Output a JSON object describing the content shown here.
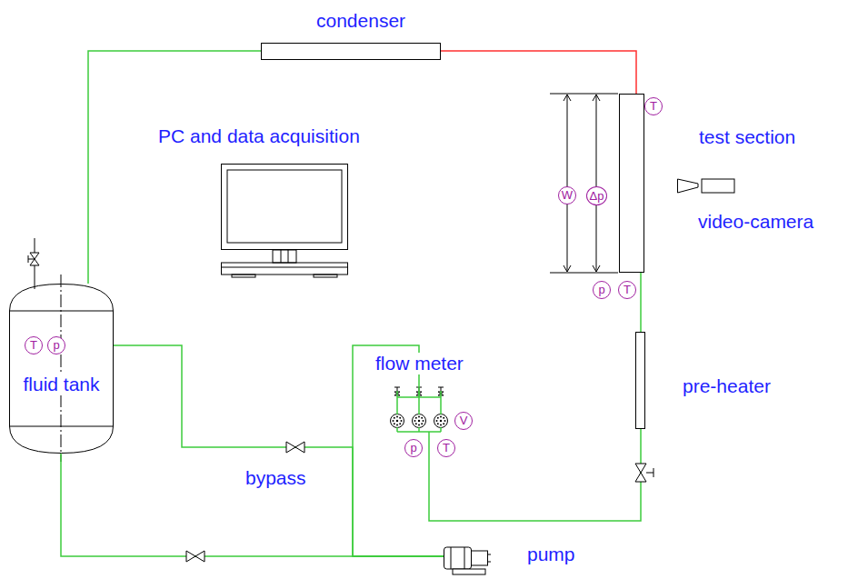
{
  "diagram": {
    "nodes": [
      {
        "text": [
          "condenser"
        ]
      },
      {
        "text": [
          "T"
        ]
      },
      {
        "text": [
          "PC and data acquisition"
        ]
      },
      {
        "text": [
          "test section"
        ]
      },
      {
        "text": [
          "W"
        ]
      },
      {
        "text": [
          "Δp"
        ]
      },
      {
        "text": [
          "video-camera"
        ]
      },
      {
        "text": [
          "p"
        ]
      },
      {
        "text": [
          "T"
        ]
      },
      {
        "text": [
          "fluid tank"
        ]
      },
      {
        "text": [
          "T"
        ],
        "in": 9
      },
      {
        "text": [
          "p"
        ],
        "in": 9
      },
      {
        "text": [
          "flow meter"
        ]
      },
      {
        "text": [
          "V"
        ]
      },
      {
        "text": [
          "p"
        ]
      },
      {
        "text": [
          "T"
        ]
      },
      {
        "text": [
          "pre-heater"
        ]
      },
      {
        "text": [
          "pump"
        ]
      }
    ],
    "edges": [
      {
        "from": 3,
        "to": 0,
        "arrow": "none"
      },
      {
        "from": 0,
        "to": 9,
        "arrow": "none"
      },
      {
        "from": 9,
        "to": 17,
        "arrow": "none"
      },
      {
        "from": 9,
        "to": 17,
        "arrow": "none"
      },
      {
        "from": 17,
        "to": 12,
        "arrow": "none"
      },
      {
        "from": 12,
        "to": 16,
        "arrow": "none"
      },
      {
        "from": 16,
        "to": 3,
        "arrow": "none"
      }
    ],
    "labels": [
      "bypass"
    ]
  }
}
